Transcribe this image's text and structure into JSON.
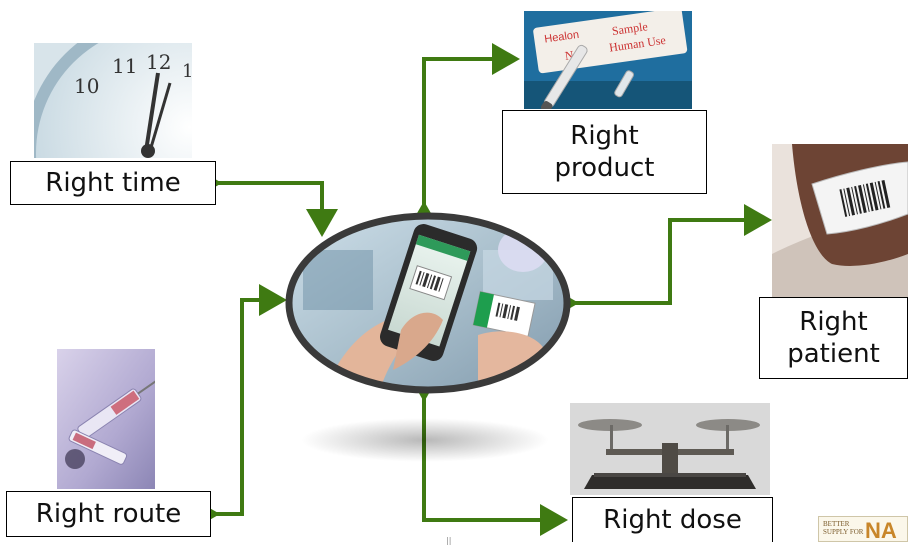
{
  "labels": {
    "time": "Right time",
    "product_line1": "Right",
    "product_line2": "product",
    "patient_line1": "Right",
    "patient_line2": "patient",
    "route": "Right route",
    "dose": "Right dose"
  },
  "logo": {
    "text_line1": "BETTER",
    "text_line2": "SUPPLY FOR",
    "text_big": "NA"
  },
  "colors": {
    "arrow": "#3f7a12",
    "ellipse_border": "#3a3a3a"
  },
  "icons": {
    "center": "smartphone-scanning-barcode-photo",
    "time": "clock-photo",
    "product": "sample-tube-package-photo",
    "patient": "patient-wristband-barcode-photo",
    "route": "syringe-photo",
    "dose": "balance-scale-photo"
  }
}
